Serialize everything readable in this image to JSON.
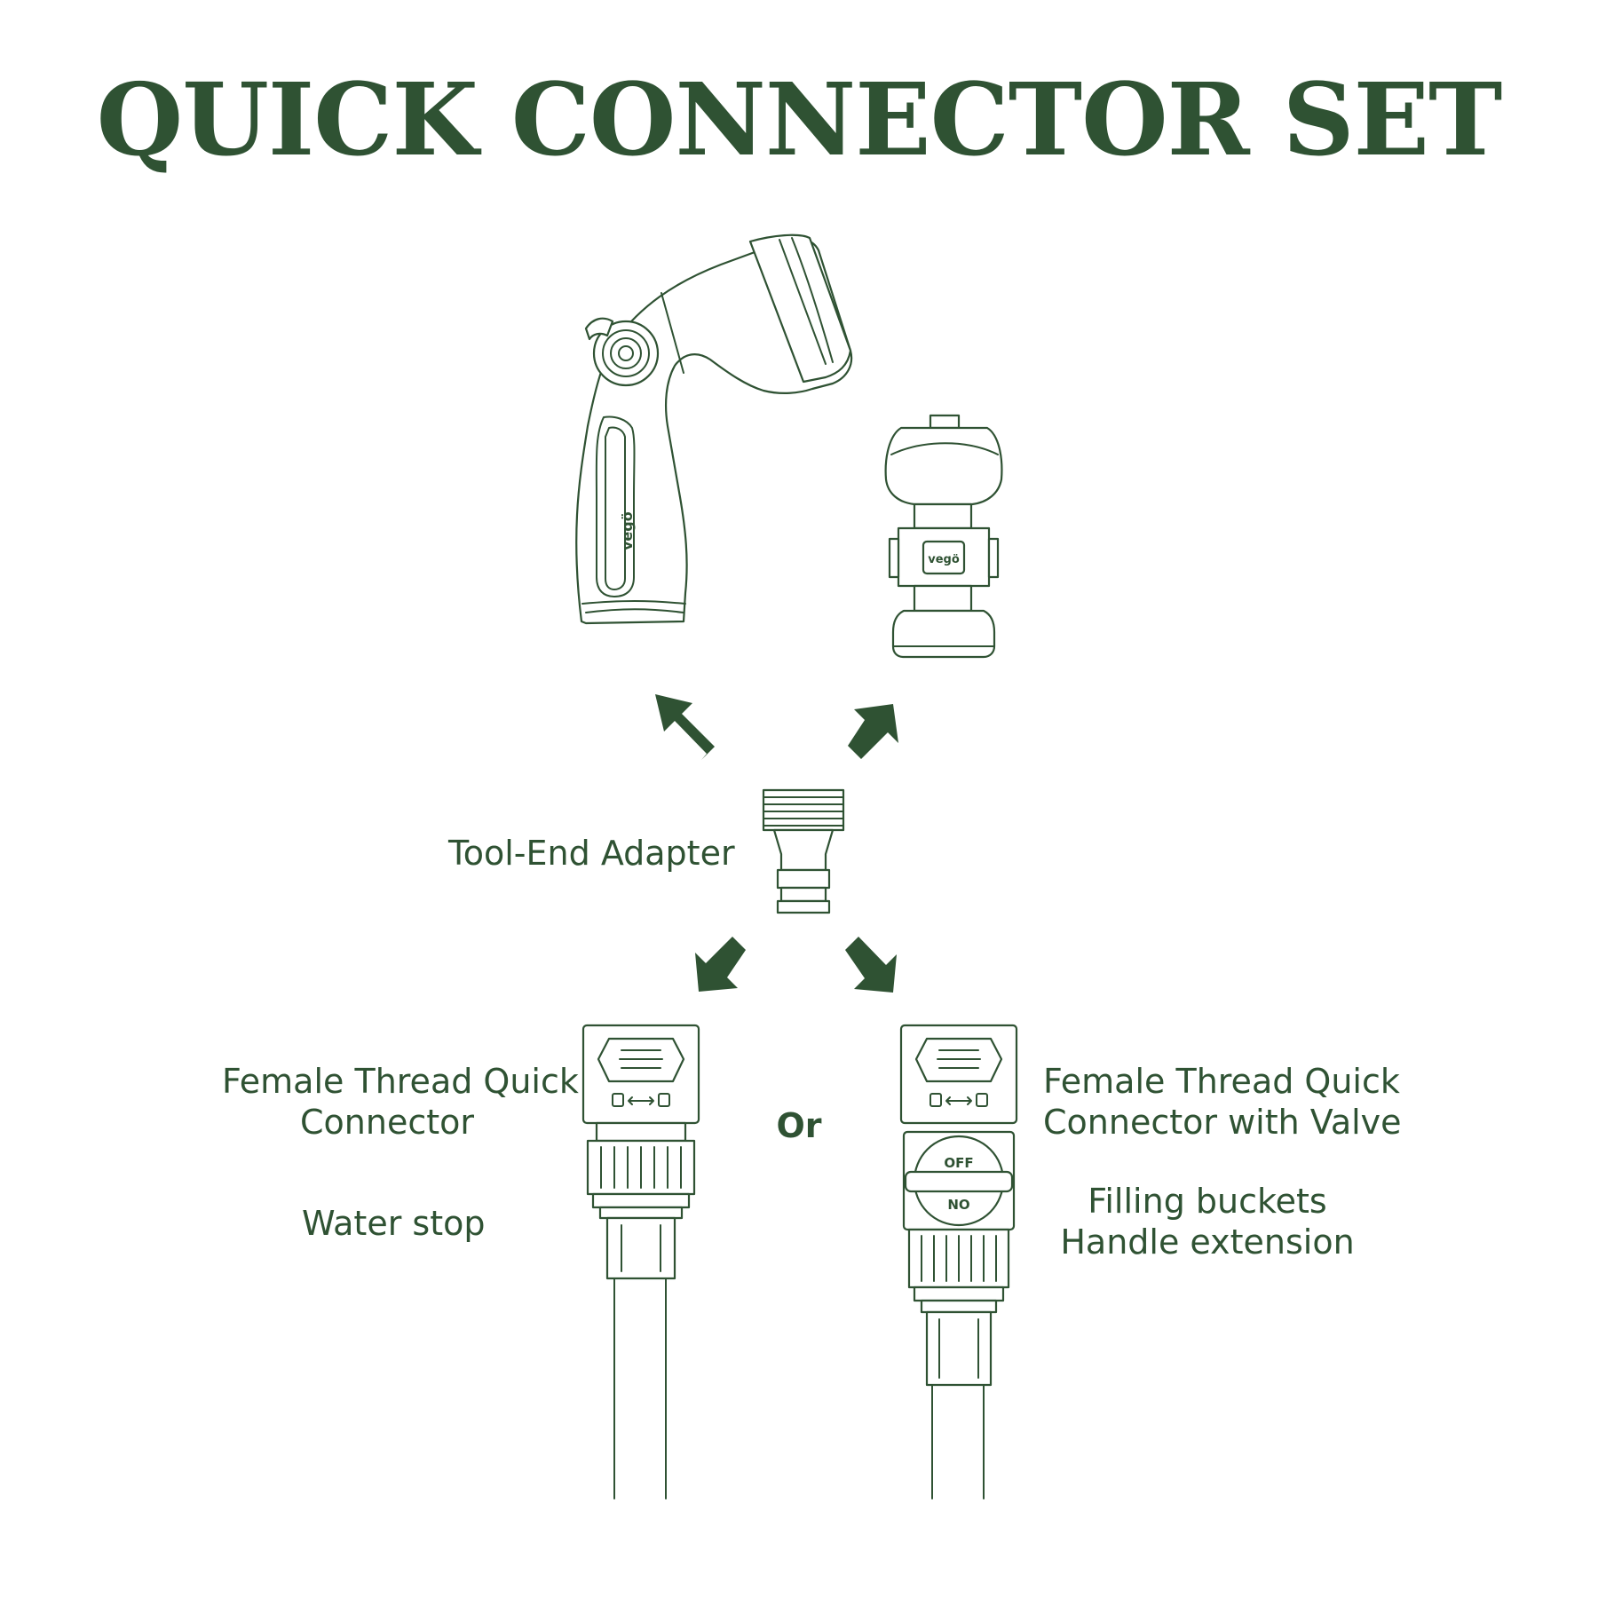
{
  "title": "QUICK CONNECTOR SET",
  "labels": {
    "tool_end_adapter": "Tool-End Adapter",
    "female_connector": [
      "Female Thread Quick",
      "Connector"
    ],
    "or": "Or",
    "female_connector_valve": [
      "Female Thread Quick",
      "Connector with Valve"
    ],
    "water_stop": "Water stop",
    "valve_uses": [
      "Filling buckets",
      "Handle extension"
    ]
  },
  "brand_marks": {
    "nozzle": "vegö",
    "coupler": "vegö"
  },
  "valve_marks": {
    "off": "OFF",
    "on": "NO"
  },
  "colors": {
    "primary": "#2f5233",
    "background": "#ffffff"
  },
  "icons": [
    "spray-nozzle-icon",
    "hose-coupler-icon",
    "tool-end-adapter-icon",
    "female-connector-icon",
    "female-connector-valve-icon",
    "arrow-up-left-icon",
    "arrow-up-right-icon",
    "arrow-down-left-icon",
    "arrow-down-right-icon"
  ]
}
